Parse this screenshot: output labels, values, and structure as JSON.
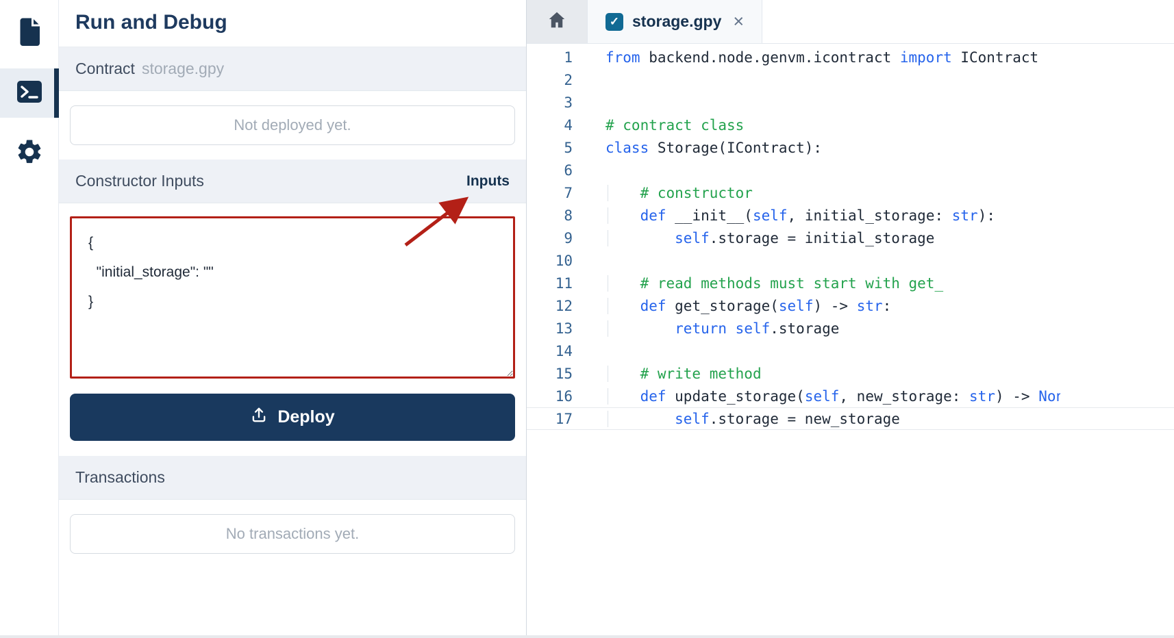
{
  "colors": {
    "navy": "#16324f",
    "annotation-red": "#b32017",
    "keyword-blue": "#2563eb",
    "comment-green": "#23a24d",
    "line-number-blue": "#33618f",
    "deploy-button-bg": "#19395e",
    "tab-check-bg": "#116a94"
  },
  "activity_bar": {
    "items": [
      {
        "id": "files",
        "icon": "file-icon",
        "selected": false
      },
      {
        "id": "run-debug",
        "icon": "terminal-icon",
        "selected": true
      },
      {
        "id": "settings",
        "icon": "gear-icon",
        "selected": false
      }
    ]
  },
  "panel": {
    "title": "Run and Debug",
    "contract_section": {
      "label": "Contract",
      "file_name": "storage.gpy",
      "status": "Not deployed yet."
    },
    "constructor_section": {
      "label": "Constructor Inputs",
      "inputs_label": "Inputs",
      "json_value": "{\n  \"initial_storage\": \"\"\n}"
    },
    "deploy_button": {
      "label": "Deploy"
    },
    "transactions_section": {
      "label": "Transactions",
      "empty_text": "No transactions yet."
    }
  },
  "editor": {
    "tab": {
      "file_name": "storage.gpy",
      "check_glyph": "✓",
      "close_glyph": "×"
    },
    "lines": [
      {
        "n": 1,
        "g": false,
        "active": false,
        "tokens": [
          {
            "c": "k",
            "t": "from"
          },
          {
            "c": "p",
            "t": " backend.node.genvm.icontract "
          },
          {
            "c": "k",
            "t": "import"
          },
          {
            "c": "p",
            "t": " IContract"
          }
        ]
      },
      {
        "n": 2,
        "g": false,
        "active": false,
        "tokens": []
      },
      {
        "n": 3,
        "g": false,
        "active": false,
        "tokens": []
      },
      {
        "n": 4,
        "g": false,
        "active": false,
        "tokens": [
          {
            "c": "c",
            "t": "# contract class"
          }
        ]
      },
      {
        "n": 5,
        "g": false,
        "active": false,
        "tokens": [
          {
            "c": "k",
            "t": "class"
          },
          {
            "c": "p",
            "t": " Storage(IContract):"
          }
        ]
      },
      {
        "n": 6,
        "g": true,
        "active": false,
        "tokens": []
      },
      {
        "n": 7,
        "g": true,
        "active": false,
        "tokens": [
          {
            "c": "p",
            "t": "    "
          },
          {
            "c": "c",
            "t": "# constructor"
          }
        ]
      },
      {
        "n": 8,
        "g": true,
        "active": false,
        "tokens": [
          {
            "c": "p",
            "t": "    "
          },
          {
            "c": "k",
            "t": "def"
          },
          {
            "c": "p",
            "t": " __init__("
          },
          {
            "c": "k",
            "t": "self"
          },
          {
            "c": "p",
            "t": ", initial_storage: "
          },
          {
            "c": "k",
            "t": "str"
          },
          {
            "c": "p",
            "t": "):"
          }
        ]
      },
      {
        "n": 9,
        "g": true,
        "active": false,
        "tokens": [
          {
            "c": "p",
            "t": "        "
          },
          {
            "c": "k",
            "t": "self"
          },
          {
            "c": "p",
            "t": ".storage = initial_storage"
          }
        ]
      },
      {
        "n": 10,
        "g": true,
        "active": false,
        "tokens": []
      },
      {
        "n": 11,
        "g": true,
        "active": false,
        "tokens": [
          {
            "c": "p",
            "t": "    "
          },
          {
            "c": "c",
            "t": "# read methods must start with get_"
          }
        ]
      },
      {
        "n": 12,
        "g": true,
        "active": false,
        "tokens": [
          {
            "c": "p",
            "t": "    "
          },
          {
            "c": "k",
            "t": "def"
          },
          {
            "c": "p",
            "t": " get_storage("
          },
          {
            "c": "k",
            "t": "self"
          },
          {
            "c": "p",
            "t": ") -> "
          },
          {
            "c": "k",
            "t": "str"
          },
          {
            "c": "p",
            "t": ":"
          }
        ]
      },
      {
        "n": 13,
        "g": true,
        "active": false,
        "tokens": [
          {
            "c": "p",
            "t": "        "
          },
          {
            "c": "k",
            "t": "return"
          },
          {
            "c": "p",
            "t": " "
          },
          {
            "c": "k",
            "t": "self"
          },
          {
            "c": "p",
            "t": ".storage"
          }
        ]
      },
      {
        "n": 14,
        "g": true,
        "active": false,
        "tokens": []
      },
      {
        "n": 15,
        "g": true,
        "active": false,
        "tokens": [
          {
            "c": "p",
            "t": "    "
          },
          {
            "c": "c",
            "t": "# write method"
          }
        ]
      },
      {
        "n": 16,
        "g": true,
        "active": false,
        "tokens": [
          {
            "c": "p",
            "t": "    "
          },
          {
            "c": "k",
            "t": "def"
          },
          {
            "c": "p",
            "t": " update_storage("
          },
          {
            "c": "k",
            "t": "self"
          },
          {
            "c": "p",
            "t": ", new_storage: "
          },
          {
            "c": "k",
            "t": "str"
          },
          {
            "c": "p",
            "t": ") -> "
          },
          {
            "c": "k",
            "t": "None"
          },
          {
            "c": "p",
            "t": ":"
          }
        ]
      },
      {
        "n": 17,
        "g": true,
        "active": true,
        "tokens": [
          {
            "c": "p",
            "t": "        "
          },
          {
            "c": "k",
            "t": "self"
          },
          {
            "c": "p",
            "t": ".storage = new_storage"
          }
        ]
      }
    ]
  }
}
